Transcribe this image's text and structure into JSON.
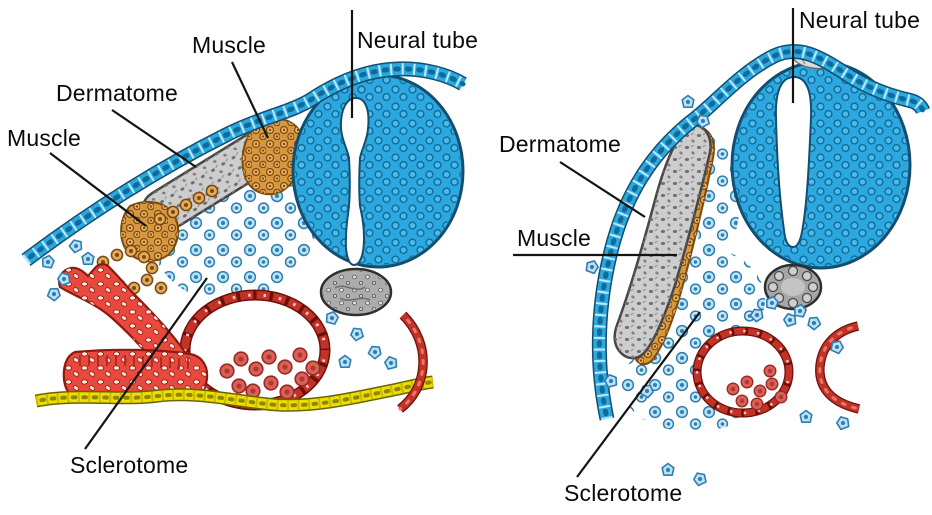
{
  "figure": {
    "type": "embryology-cross-section-diagram",
    "panels": [
      {
        "id": "left-early-stage",
        "labels": {
          "muscle_top": "Muscle",
          "dermatome": "Dermatome",
          "muscle_left": "Muscle",
          "neural_tube": "Neural tube",
          "sclerotome": "Sclerotome"
        }
      },
      {
        "id": "right-later-stage",
        "labels": {
          "neural_tube": "Neural tube",
          "dermatome": "Dermatome",
          "muscle": "Muscle",
          "sclerotome": "Sclerotome"
        }
      }
    ],
    "colors": {
      "ectoderm_neural_blue": "#2CA8DE",
      "neural_cell_outline": "#0F6FA0",
      "sclerotome_cell_blue": "#BCE1F4",
      "sclerotome_cell_outline": "#2E7FB0",
      "myotome_orange": "#D6973F",
      "dermatome_gray": "#CDCDCD",
      "notochord_gray": "#ACACAC",
      "tissue_red": "#E8493C",
      "vessel_wall_dark_red": "#C23227",
      "endoderm_yellow": "#EDDF00",
      "label_text": "#0A0A0A"
    }
  }
}
